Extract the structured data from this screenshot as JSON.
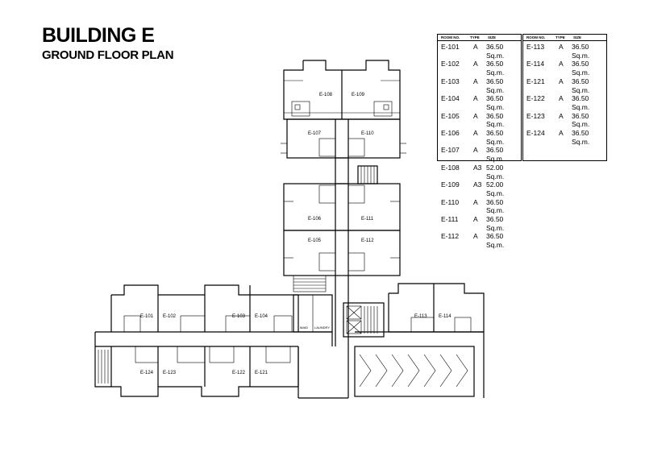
{
  "header": {
    "title": "BUILDING E",
    "subtitle": "GROUND FLOOR PLAN"
  },
  "schedule": {
    "columns": [
      "ROOM NO.",
      "TYPE",
      "SIZE"
    ],
    "left": [
      [
        "E-101",
        "A",
        "36.50 Sq.m."
      ],
      [
        "E-102",
        "A",
        "36.50 Sq.m."
      ],
      [
        "E-103",
        "A",
        "36.50 Sq.m."
      ],
      [
        "E-104",
        "A",
        "36.50 Sq.m."
      ],
      [
        "E-105",
        "A",
        "36.50 Sq.m."
      ],
      [
        "E-106",
        "A",
        "36.50 Sq.m."
      ],
      [
        "E-107",
        "A",
        "36.50 Sq.m."
      ],
      [
        "E-108",
        "A3",
        "52.00 Sq.m."
      ],
      [
        "E-109",
        "A3",
        "52.00 Sq.m."
      ],
      [
        "E-110",
        "A",
        "36.50 Sq.m."
      ],
      [
        "E-111",
        "A",
        "36.50 Sq.m."
      ],
      [
        "E-112",
        "A",
        "36.50 Sq.m."
      ]
    ],
    "right": [
      [
        "E-113",
        "A",
        "36.50 Sq.m."
      ],
      [
        "E-114",
        "A",
        "36.50 Sq.m."
      ],
      [
        "E-121",
        "A",
        "36.50 Sq.m."
      ],
      [
        "E-122",
        "A",
        "36.50 Sq.m."
      ],
      [
        "E-123",
        "A",
        "36.50 Sq.m."
      ],
      [
        "E-124",
        "A",
        "36.50 Sq.m."
      ]
    ]
  },
  "rooms": [
    "E-101",
    "E-102",
    "E-103",
    "E-104",
    "E-105",
    "E-106",
    "E-107",
    "E-108",
    "E-109",
    "E-110",
    "E-111",
    "E-112",
    "E-113",
    "E-114",
    "E-121",
    "E-122",
    "E-123",
    "E-124"
  ],
  "annotations": {
    "maid": "MAID",
    "laundry": "LAUNDRY"
  }
}
